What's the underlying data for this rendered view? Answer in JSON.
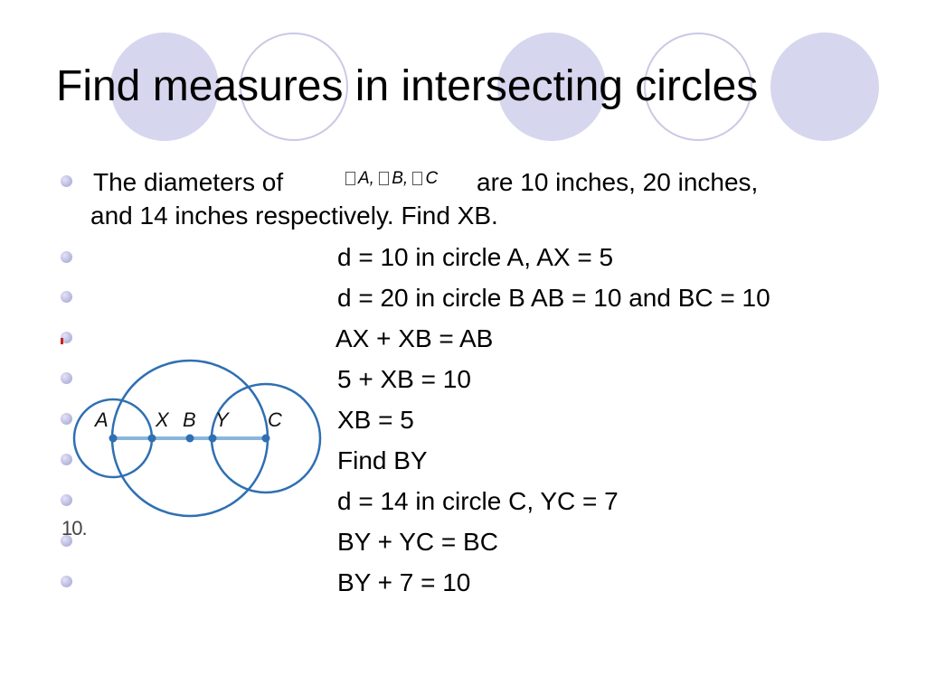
{
  "slide": {
    "title": "Find measures in intersecting circles",
    "symbols": [
      "A,",
      "B,",
      "C"
    ],
    "intro_lines": [
      "The diameters of",
      "are 10 inches, 20 inches,",
      "and 14 inches respectively.  Find XB."
    ],
    "steps": [
      "d = 10 in circle A, AX = 5",
      "d = 20 in circle B AB = 10 and BC = 10",
      "AX + XB = AB",
      "5 + XB = 10",
      "XB = 5",
      "Find BY",
      "d = 14 in circle C, YC = 7",
      "BY + YC = BC",
      "BY + 7 = 10"
    ],
    "diagram": {
      "point_labels": [
        "A",
        "X",
        "B",
        "Y",
        "C"
      ],
      "side_label": "10."
    },
    "colors": {
      "bullet": "#b0b0dc",
      "decor_fill": "#d6d6ee",
      "diagram_stroke": "#2f6fb2"
    }
  }
}
